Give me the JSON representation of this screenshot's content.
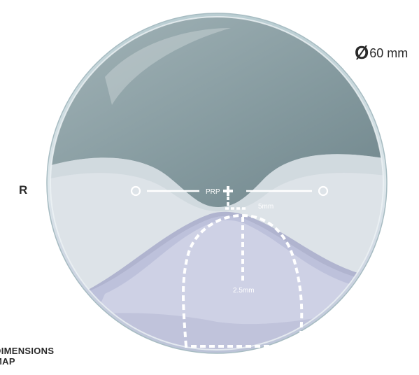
{
  "lens": {
    "side": "R",
    "diameter_symbol": "Ø",
    "diameter_value": "60 mm",
    "reference_point_label": "PRP",
    "near_zone_width": "5mm",
    "near_zone_depth": "2.5mm"
  },
  "caption": {
    "line1": "DIMENSIONS",
    "line2": "MAP"
  },
  "colors": {
    "far_zone": "#7f959a",
    "lens_base": "#dfe5ea",
    "progressive_band": "#9ea4c6",
    "near_zone": "#cfd2e6",
    "marking": "#ffffff"
  }
}
